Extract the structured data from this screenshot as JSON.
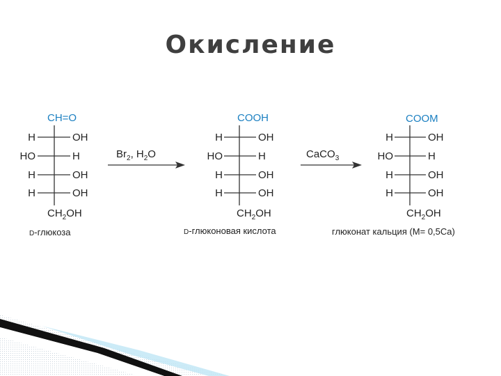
{
  "slide": {
    "title": "Окисление"
  },
  "reaction": {
    "glucose": {
      "top": "CH=O",
      "rows": [
        {
          "left": "H",
          "right": "OH"
        },
        {
          "left": "HO",
          "right": "H"
        },
        {
          "left": "H",
          "right": "OH"
        },
        {
          "left": "H",
          "right": "OH"
        }
      ],
      "bottom": "CH2OH",
      "caption_prefix": "D",
      "caption": "-глюкоза"
    },
    "step1": {
      "reagent": "Br2, H2O"
    },
    "gluconic_acid": {
      "top": "COOH",
      "rows": [
        {
          "left": "H",
          "right": "OH"
        },
        {
          "left": "HO",
          "right": "H"
        },
        {
          "left": "H",
          "right": "OH"
        },
        {
          "left": "H",
          "right": "OH"
        }
      ],
      "bottom": "CH2OH",
      "caption_prefix": "D",
      "caption": "-глюконовая кислота"
    },
    "step2": {
      "reagent": "CaCO3"
    },
    "calcium_gluconate": {
      "top": "COOM",
      "rows": [
        {
          "left": "H",
          "right": "OH"
        },
        {
          "left": "HO",
          "right": "H"
        },
        {
          "left": "H",
          "right": "OH"
        },
        {
          "left": "H",
          "right": "OH"
        }
      ],
      "bottom": "CH2OH",
      "caption": "глюконат кальция (M= 0,5Ca)"
    }
  },
  "colors": {
    "title": "#3f3f3f",
    "top_group": "#1a7fc1",
    "text": "#222222"
  }
}
